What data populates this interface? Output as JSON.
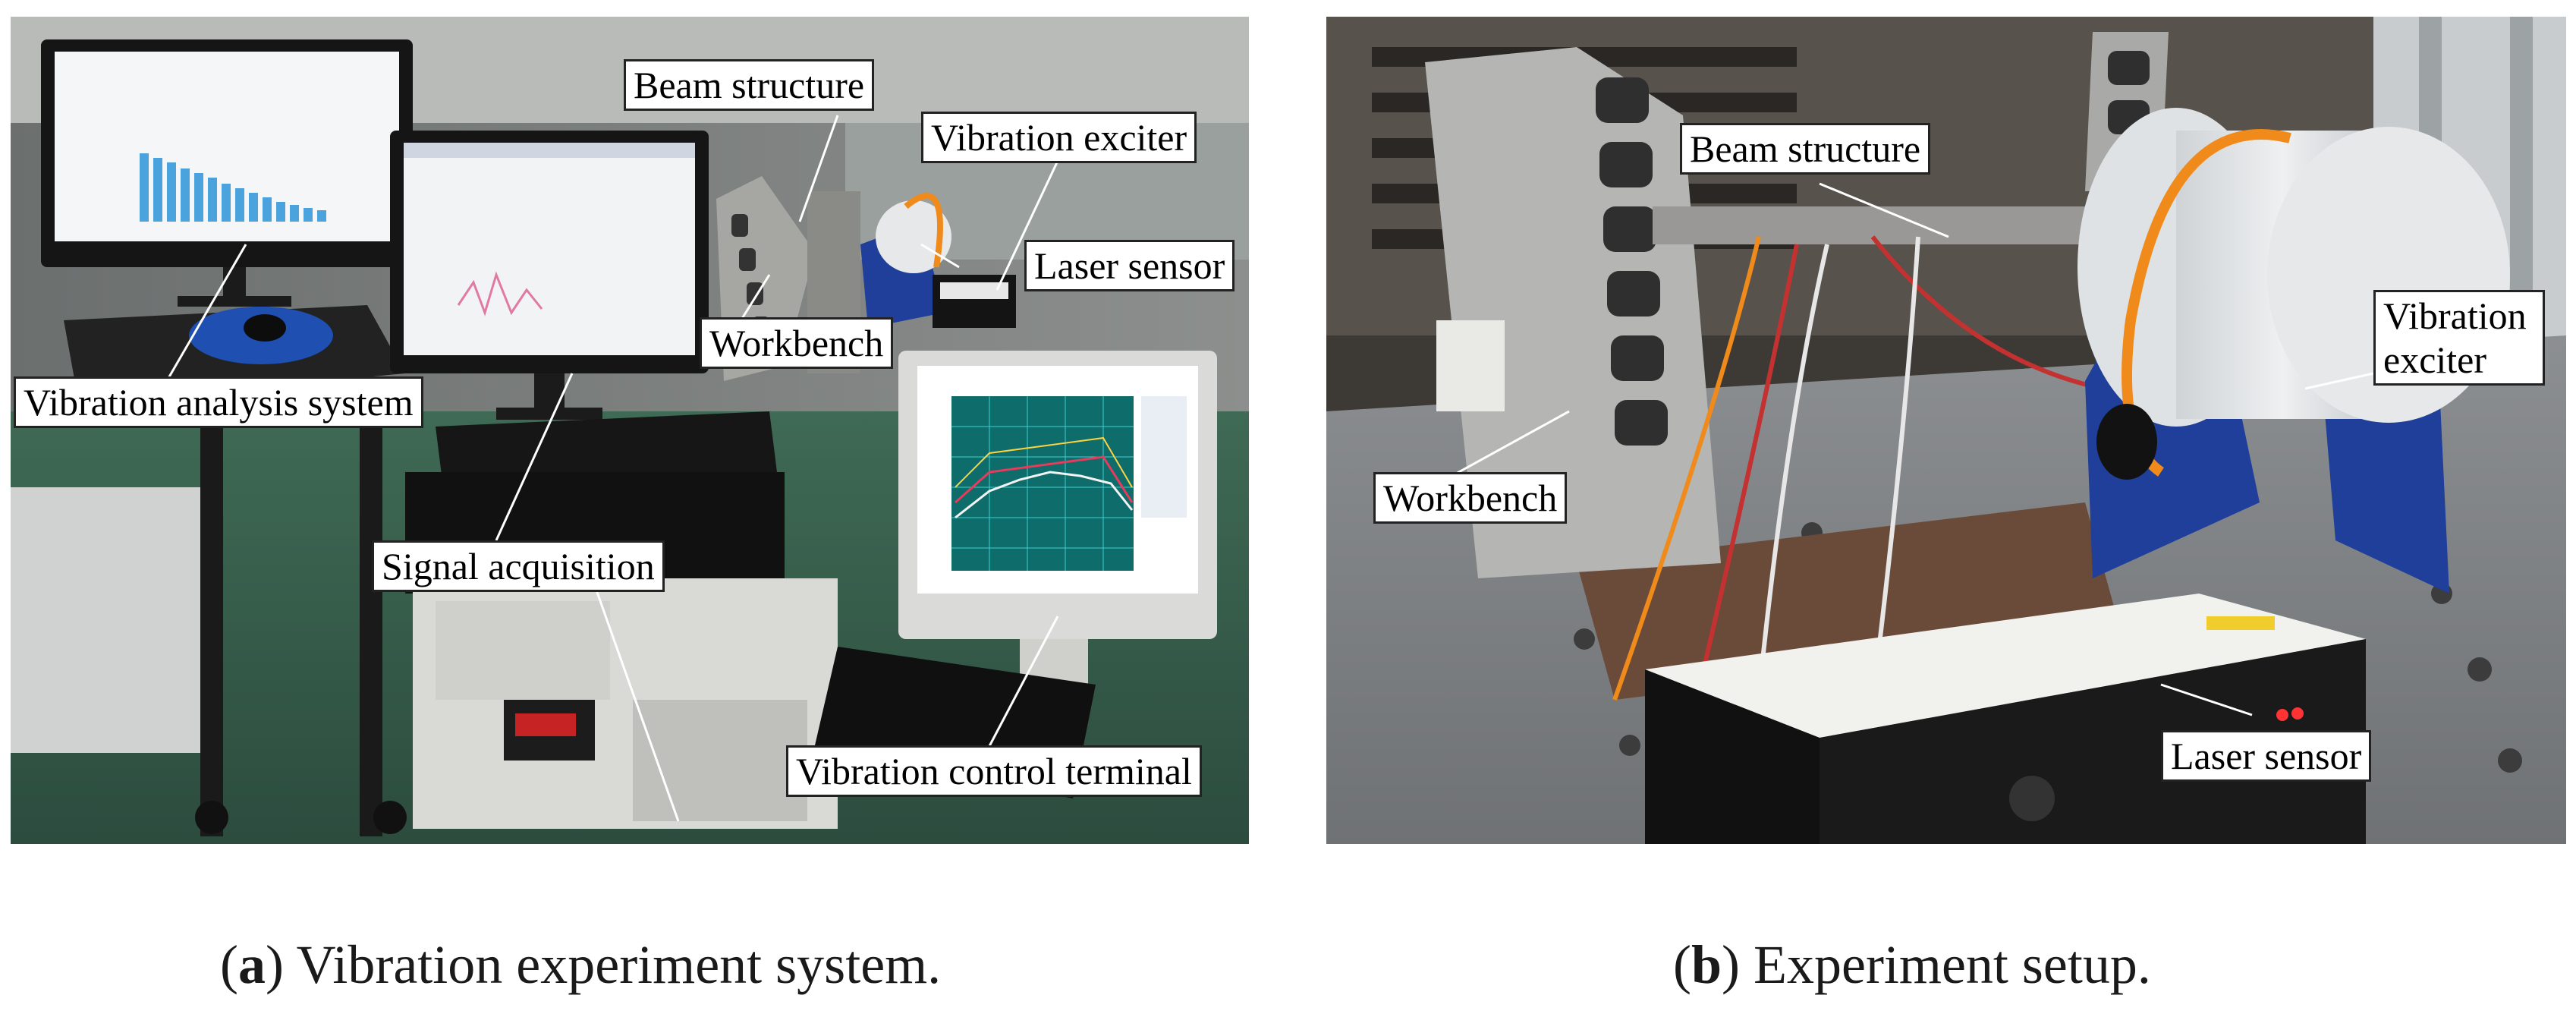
{
  "panel_a": {
    "labels": {
      "beam_structure": "Beam structure",
      "vibration_exciter": "Vibration exciter",
      "laser_sensor": "Laser sensor",
      "workbench": "Workbench",
      "vibration_analysis_system": "Vibration analysis system",
      "signal_acquisition": "Signal acquisition",
      "vibration_control_terminal": "Vibration control terminal"
    },
    "caption_letter": "a",
    "caption_text": "Vibration experiment system."
  },
  "panel_b": {
    "labels": {
      "beam_structure": "Beam structure",
      "vibration_exciter": "Vibration exciter",
      "workbench": "Workbench",
      "laser_sensor": "Laser sensor"
    },
    "caption_letter": "b",
    "caption_text": "Experiment setup."
  },
  "colors": {
    "label_border": "#222222",
    "blue_mount": "#1f3f9a",
    "exciter_white": "#e6e8ea",
    "orange_cable": "#f08a1a"
  }
}
